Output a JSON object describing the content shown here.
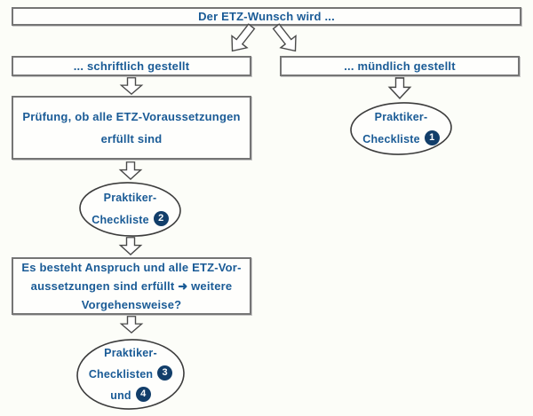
{
  "colors": {
    "accent_text": "#1a5b96",
    "badge_fill": "#123e6a",
    "box_border": "#757575",
    "background": "#fcfdf8"
  },
  "flowchart": {
    "title_box": {
      "label": "Der ETZ-Wunsch wird ..."
    },
    "written_box": {
      "label": "... schriftlich gestellt"
    },
    "verbal_box": {
      "label": "... mündlich gestellt"
    },
    "check_box": {
      "label": "Prüfung, ob alle ETZ-Voraussetzungen\nerfüllt sind"
    },
    "claim_box": {
      "label": "Es besteht Anspruch und alle ETZ-Vor-\naussetzungen sind erfüllt ➜ weitere\nVorgehensweise?"
    },
    "checklist_1": {
      "line1": "Praktiker-",
      "line2": "Checkliste",
      "badge": "1"
    },
    "checklist_2": {
      "line1": "Praktiker-",
      "line2": "Checkliste",
      "badge": "2"
    },
    "checklist_3_4": {
      "line1": "Praktiker-",
      "line2": "Checklisten",
      "badge_a": "3",
      "line3": "und",
      "badge_b": "4"
    }
  }
}
